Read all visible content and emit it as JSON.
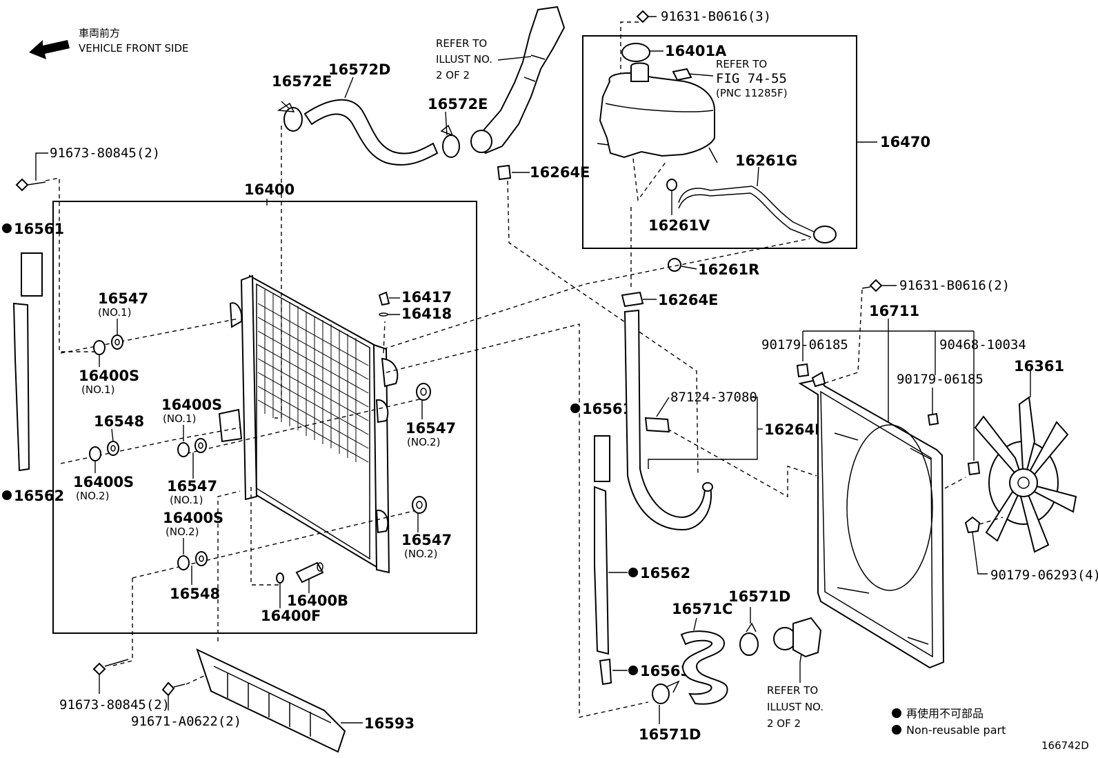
{
  "header": {
    "front_jp": "車両前方",
    "front_en": "VEHICLE FRONT SIDE"
  },
  "labels": {
    "p16572E_a": "16572E",
    "p16572D": "16572D",
    "p16572E_b": "16572E",
    "refer_top_1": "REFER TO",
    "refer_top_2": "ILLUST NO.",
    "refer_top_3": "2 OF 2",
    "p16264E_a": "16264E",
    "bolt_91631_3": "91631-B0616(3)",
    "p16401A": "16401A",
    "refer_fig_1": "REFER TO",
    "refer_fig_2": "FIG 74-55",
    "refer_fig_3": "(PNC 11285F)",
    "p16470": "16470",
    "p16261G": "16261G",
    "p16261V": "16261V",
    "p16261R": "16261R",
    "p16264E_b": "16264E",
    "bolt_91673_top": "91673-80845(2)",
    "p16400": "16400",
    "p16561_left": "16561",
    "p16562_left": "16562",
    "p16547_no1_a": "16547",
    "no1_a": "(NO.1)",
    "p16400S_no1_a": "16400S",
    "no1_b": "(NO.1)",
    "p16417": "16417",
    "p16418": "16418",
    "p16400S_no1_b": "16400S",
    "no1_c": "(NO.1)",
    "p16548_a": "16548",
    "p16547_no2_a": "16547",
    "no2_a": "(NO.2)",
    "p16400S_no2_a": "16400S",
    "no2_b": "(NO.2)",
    "p16547_no1_b": "16547",
    "no1_d": "(NO.1)",
    "p16400S_no2_b": "16400S",
    "no2_c": "(NO.2)",
    "p16547_no2_b": "16547",
    "no2_d": "(NO.2)",
    "p16548_b": "16548",
    "p16400B": "16400B",
    "p16400F": "16400F",
    "bolt_91673_bottom": "91673-80845(2)",
    "bolt_91671": "91671-A0622(2)",
    "p16593": "16593",
    "p16561_mid": "16561",
    "clamp_87124": "87124-37080",
    "p16264D": "16264D",
    "p16562_mid": "16562",
    "p16563": "16563",
    "p16571C": "16571C",
    "p16571D_a": "16571D",
    "p16571D_b": "16571D",
    "refer_bot_1": "REFER TO",
    "refer_bot_2": "ILLUST NO.",
    "refer_bot_3": "2 OF 2",
    "bolt_91631_2": "91631-B0616(2)",
    "p16711": "16711",
    "clip_90179_a": "90179-06185",
    "clip_90468": "90468-10034",
    "p16361": "16361",
    "clip_90179_b": "90179-06185",
    "nut_90179_06293": "90179-06293(4)"
  },
  "legend": {
    "jp": "再使用不可部品",
    "en": "Non-reusable part"
  },
  "footer": {
    "code": "166742D"
  },
  "colors": {
    "ink": "#000000",
    "paper": "#ffffff"
  }
}
